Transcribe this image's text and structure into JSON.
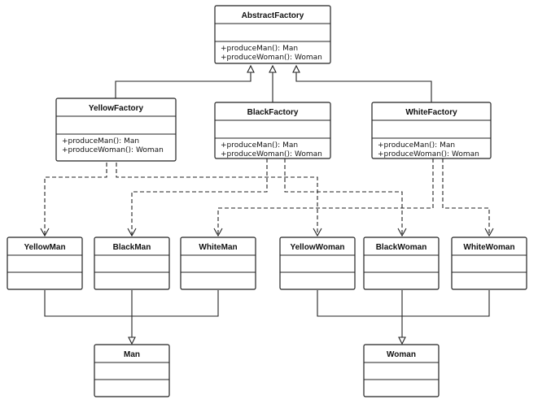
{
  "classes": [
    {
      "id": "abstract-factory",
      "name": "AbstractFactory",
      "methods": [
        "+produceMan():  Man",
        "+produceWoman():  Woman"
      ]
    },
    {
      "id": "yellow-factory",
      "name": "YellowFactory",
      "methods": [
        "+produceMan():  Man",
        "+produceWoman():  Woman"
      ]
    },
    {
      "id": "black-factory",
      "name": "BlackFactory",
      "methods": [
        "+produceMan():  Man",
        "+produceWoman():  Woman"
      ]
    },
    {
      "id": "white-factory",
      "name": "WhiteFactory",
      "methods": [
        "+produceMan():  Man",
        "+produceWoman():  Woman"
      ]
    },
    {
      "id": "yellow-man",
      "name": "YellowMan",
      "methods": []
    },
    {
      "id": "black-man",
      "name": "BlackMan",
      "methods": []
    },
    {
      "id": "white-man",
      "name": "WhiteMan",
      "methods": []
    },
    {
      "id": "yellow-woman",
      "name": "YellowWoman",
      "methods": []
    },
    {
      "id": "black-woman",
      "name": "BlackWoman",
      "methods": []
    },
    {
      "id": "white-woman",
      "name": "WhiteWoman",
      "methods": []
    },
    {
      "id": "man",
      "name": "Man",
      "methods": []
    },
    {
      "id": "woman",
      "name": "Woman",
      "methods": []
    }
  ],
  "relations": {
    "inheritance": [
      [
        "yellow-factory",
        "abstract-factory"
      ],
      [
        "black-factory",
        "abstract-factory"
      ],
      [
        "white-factory",
        "abstract-factory"
      ],
      [
        "yellow-man",
        "man"
      ],
      [
        "black-man",
        "man"
      ],
      [
        "white-man",
        "man"
      ],
      [
        "yellow-woman",
        "woman"
      ],
      [
        "black-woman",
        "woman"
      ],
      [
        "white-woman",
        "woman"
      ]
    ],
    "dependency": [
      [
        "yellow-factory",
        "yellow-man"
      ],
      [
        "yellow-factory",
        "yellow-woman"
      ],
      [
        "black-factory",
        "black-man"
      ],
      [
        "black-factory",
        "black-woman"
      ],
      [
        "white-factory",
        "white-man"
      ],
      [
        "white-factory",
        "white-woman"
      ]
    ]
  },
  "style": {
    "stroke": "#222222",
    "background": "#ffffff"
  }
}
